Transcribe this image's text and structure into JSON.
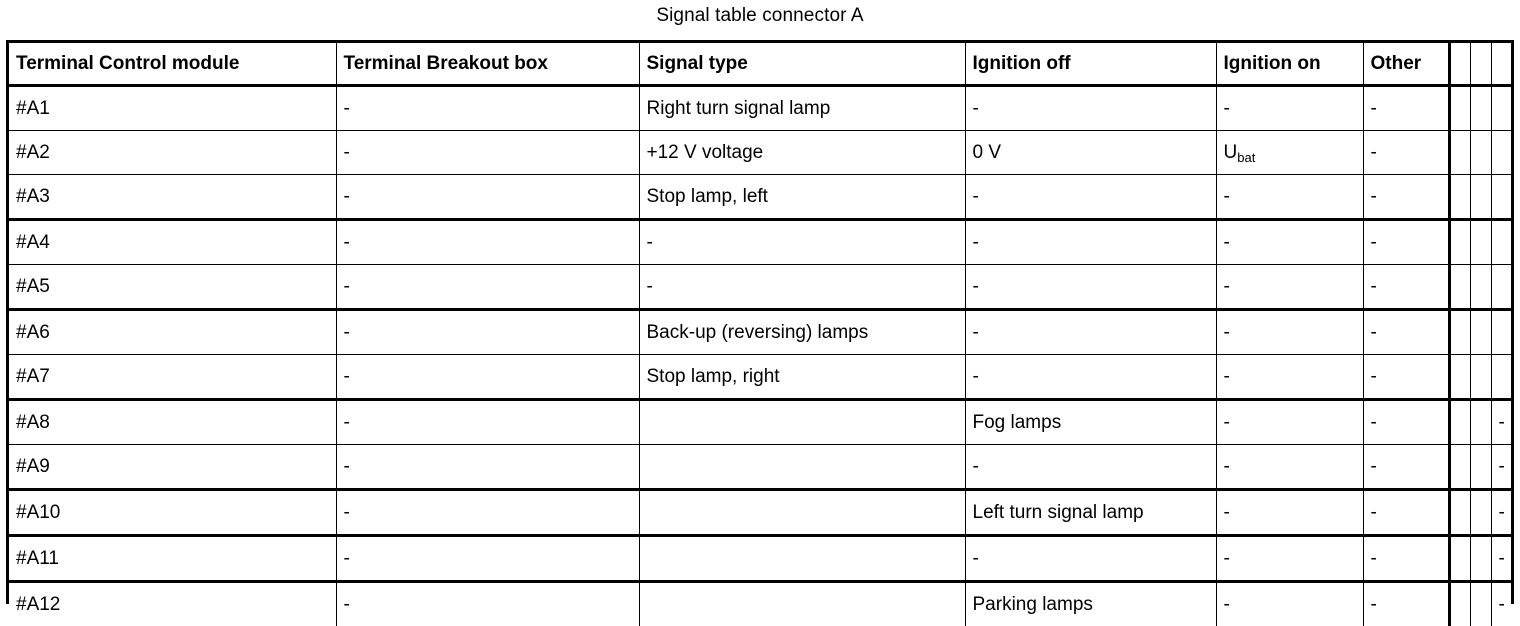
{
  "document": {
    "title": "Signal table connector A"
  },
  "table": {
    "columns": [
      {
        "key": "terminal_control_module",
        "label": "Terminal Control module"
      },
      {
        "key": "terminal_breakout_box",
        "label": "Terminal Breakout box"
      },
      {
        "key": "signal_type",
        "label": "Signal type"
      },
      {
        "key": "ignition_off",
        "label": "Ignition off"
      },
      {
        "key": "ignition_on",
        "label": "Ignition on"
      },
      {
        "key": "other",
        "label": "Other"
      },
      {
        "key": "extra_1",
        "label": ""
      },
      {
        "key": "extra_2",
        "label": ""
      },
      {
        "key": "extra_3",
        "label": ""
      }
    ],
    "rows": [
      {
        "terminal_control_module": "#A1",
        "terminal_breakout_box": "-",
        "signal_type": "Right turn signal lamp",
        "ignition_off": "-",
        "ignition_on": "-",
        "other": "-",
        "extra_1": "",
        "extra_2": "",
        "extra_3": ""
      },
      {
        "terminal_control_module": "#A2",
        "terminal_breakout_box": "-",
        "signal_type": "+12 V voltage",
        "ignition_off": "0 V",
        "ignition_on": "Ubat",
        "ignition_on_base": "U",
        "ignition_on_subscript": "bat",
        "other": "-",
        "extra_1": "",
        "extra_2": "",
        "extra_3": ""
      },
      {
        "terminal_control_module": "#A3",
        "terminal_breakout_box": "-",
        "signal_type": "Stop lamp, left",
        "ignition_off": "-",
        "ignition_on": "-",
        "other": "-",
        "extra_1": "",
        "extra_2": "",
        "extra_3": ""
      },
      {
        "terminal_control_module": "#A4",
        "terminal_breakout_box": "-",
        "signal_type": "-",
        "ignition_off": "-",
        "ignition_on": "-",
        "other": "-",
        "extra_1": "",
        "extra_2": "",
        "extra_3": ""
      },
      {
        "terminal_control_module": "#A5",
        "terminal_breakout_box": "-",
        "signal_type": "-",
        "ignition_off": "-",
        "ignition_on": "-",
        "other": "-",
        "extra_1": "",
        "extra_2": "",
        "extra_3": ""
      },
      {
        "terminal_control_module": "#A6",
        "terminal_breakout_box": "-",
        "signal_type": "Back-up (reversing) lamps",
        "ignition_off": "-",
        "ignition_on": "-",
        "other": "-",
        "extra_1": "",
        "extra_2": "",
        "extra_3": ""
      },
      {
        "terminal_control_module": "#A7",
        "terminal_breakout_box": "-",
        "signal_type": "Stop lamp, right",
        "ignition_off": "-",
        "ignition_on": "-",
        "other": "-",
        "extra_1": "",
        "extra_2": "",
        "extra_3": ""
      },
      {
        "terminal_control_module": "#A8",
        "terminal_breakout_box": "-",
        "signal_type": "",
        "ignition_off": "Fog lamps",
        "ignition_on": "-",
        "other": "-",
        "extra_1": "",
        "extra_2": "",
        "extra_3": "-"
      },
      {
        "terminal_control_module": "#A9",
        "terminal_breakout_box": "-",
        "signal_type": "",
        "ignition_off": "-",
        "ignition_on": "-",
        "other": "-",
        "extra_1": "",
        "extra_2": "",
        "extra_3": "-"
      },
      {
        "terminal_control_module": "#A10",
        "terminal_breakout_box": "-",
        "signal_type": "",
        "ignition_off": "Left turn signal lamp",
        "ignition_on": "-",
        "other": "-",
        "extra_1": "",
        "extra_2": "",
        "extra_3": "-"
      },
      {
        "terminal_control_module": "#A11",
        "terminal_breakout_box": "-",
        "signal_type": "",
        "ignition_off": "-",
        "ignition_on": "-",
        "other": "-",
        "extra_1": "",
        "extra_2": "",
        "extra_3": "-"
      },
      {
        "terminal_control_module": "#A12",
        "terminal_breakout_box": "-",
        "signal_type": "",
        "ignition_off": "Parking lamps",
        "ignition_on": "-",
        "other": "-",
        "extra_1": "",
        "extra_2": "",
        "extra_3": "-"
      }
    ],
    "thick_separator_after_rows": [
      2,
      4,
      6,
      8,
      9,
      10,
      11
    ]
  },
  "colors": {
    "text": "#000000",
    "background": "#ffffff",
    "border": "#000000"
  }
}
